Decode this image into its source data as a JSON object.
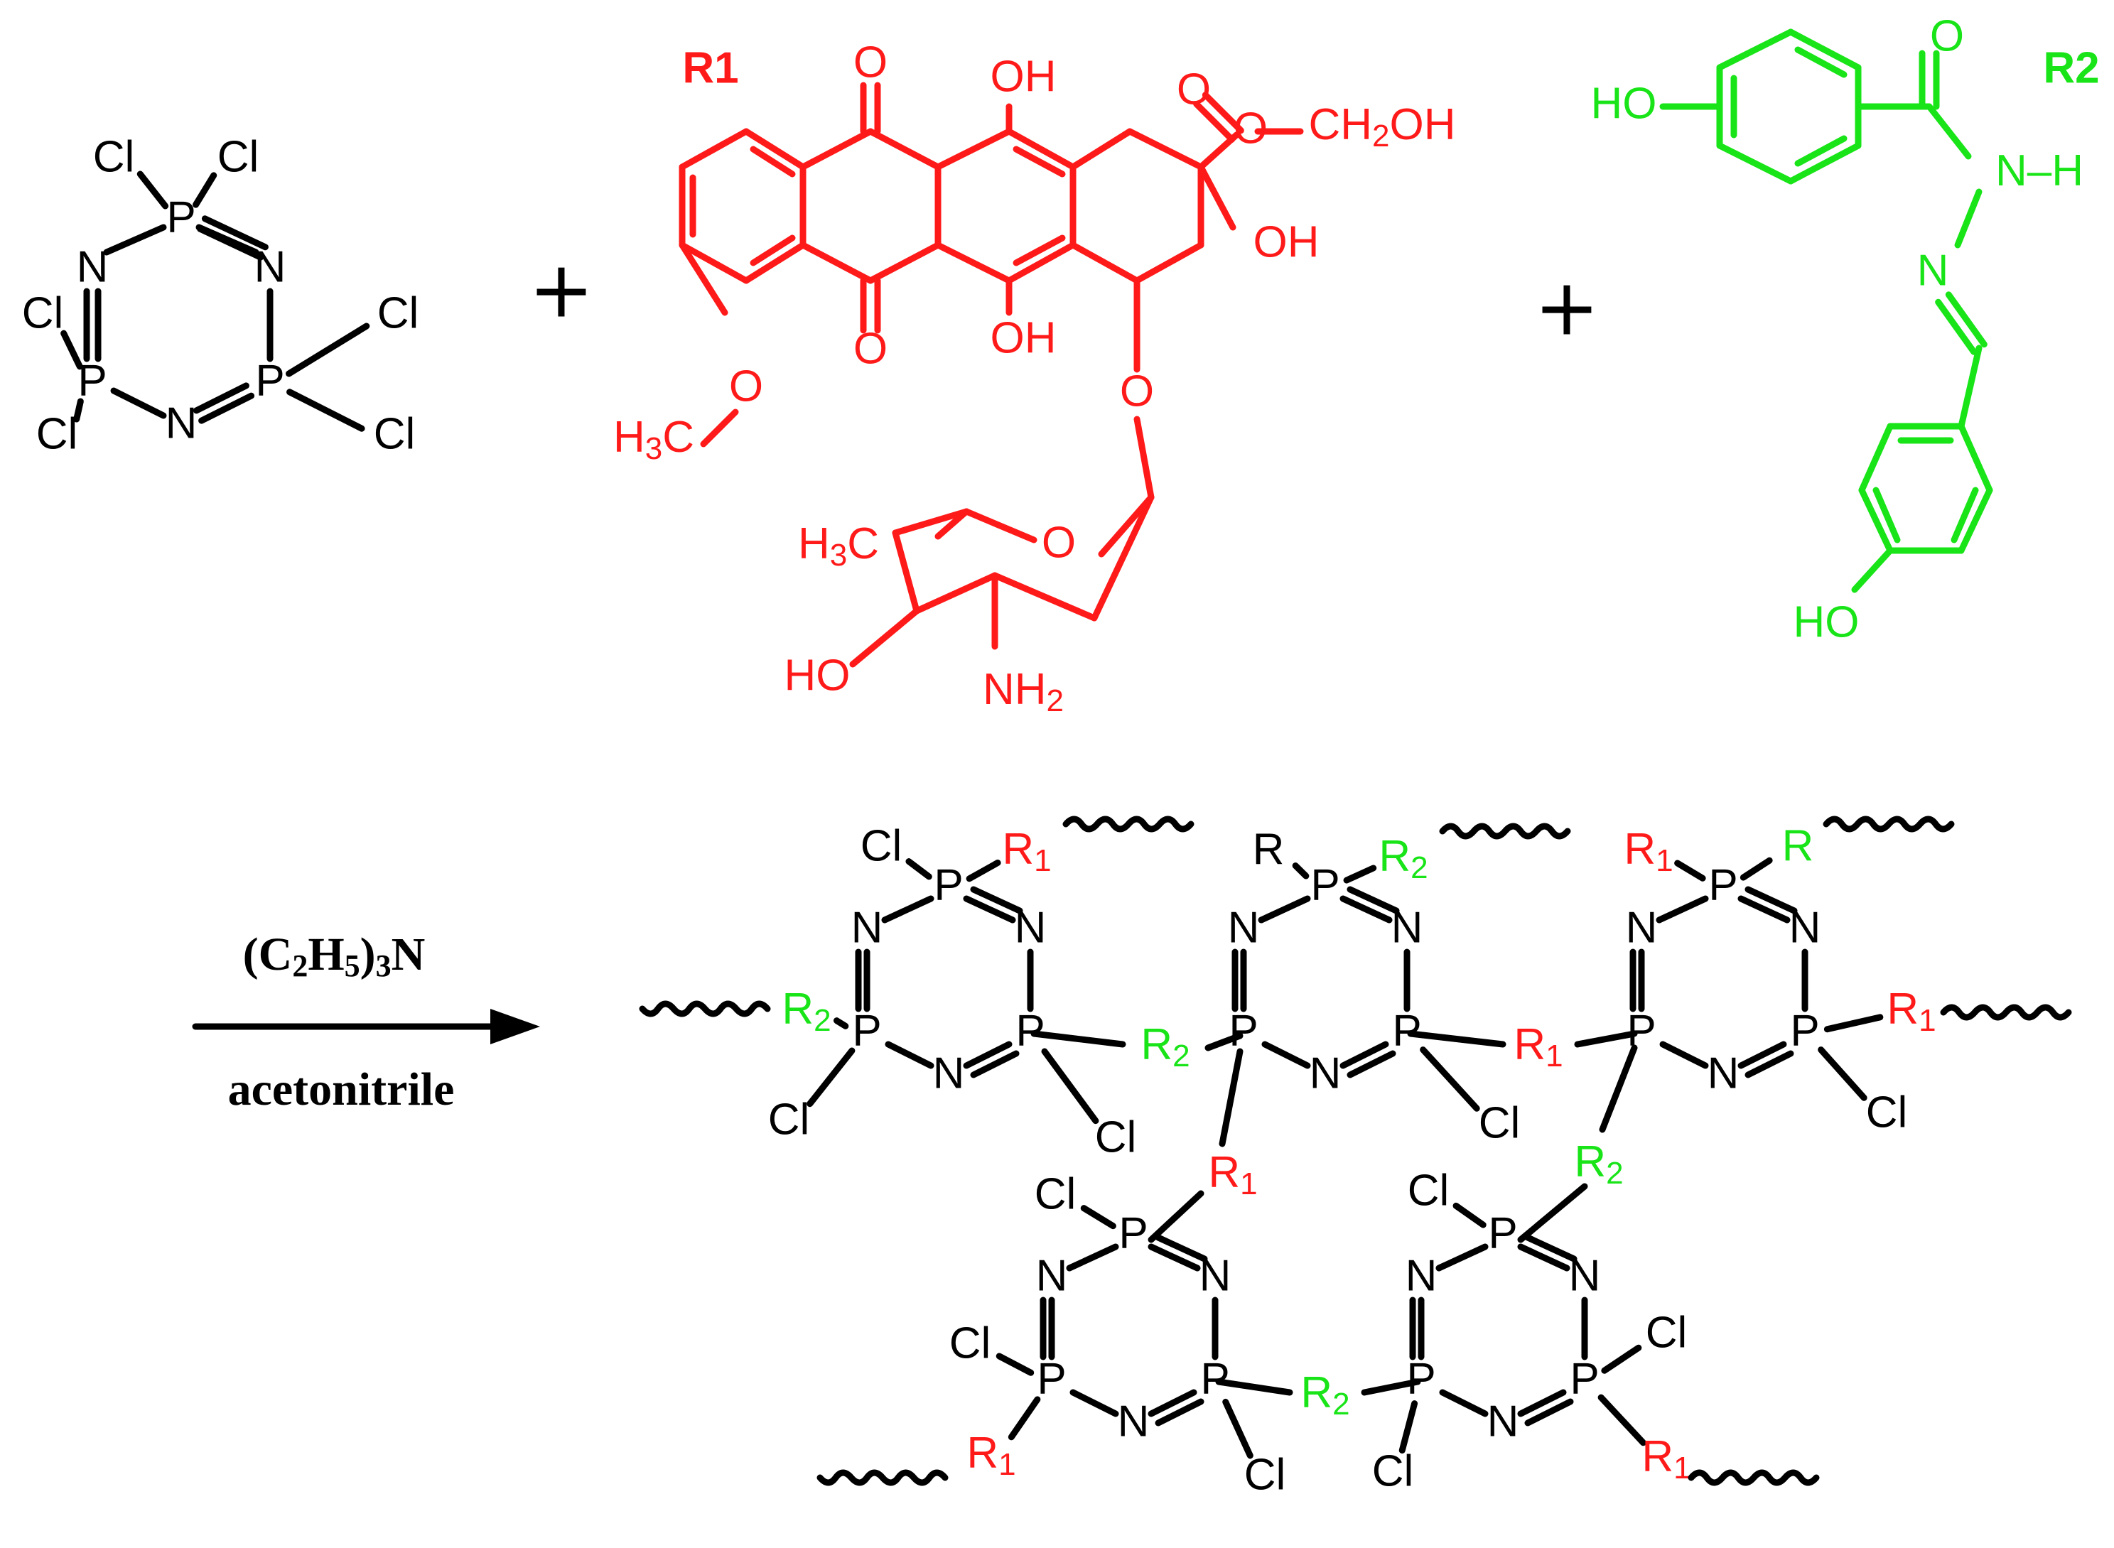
{
  "colors": {
    "bond": "#000000",
    "r1": "#ff1a1a",
    "r2": "#18e418",
    "background": "#ffffff"
  },
  "reactants": {
    "phosphazene": {
      "p": "P",
      "n": "N",
      "cl": "Cl"
    },
    "plus_symbol": "+",
    "r1": {
      "label": "R1",
      "o": "O",
      "oh": "OH",
      "ch3o": "H3C",
      "ch2oh": "CH2OH",
      "ring_o": "O",
      "h3c_sugar": "H3C",
      "ho": "HO",
      "nh2": "NH2"
    },
    "r2": {
      "label": "R2",
      "ho_top": "HO",
      "ho_bottom": "HO",
      "o": "O",
      "nh": "N–H",
      "n": "N"
    }
  },
  "conditions": {
    "reagent": "(C2H5)3N",
    "solvent": "acetonitrile"
  },
  "product": {
    "p": "P",
    "n": "N",
    "cl": "Cl",
    "r": "R",
    "r1": "R1",
    "r2": "R2"
  }
}
